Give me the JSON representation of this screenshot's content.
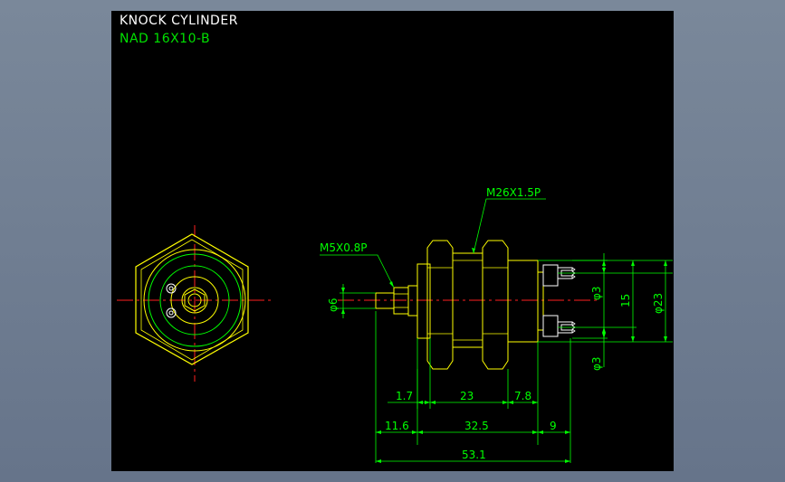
{
  "drawing": {
    "title": "KNOCK CYLINDER",
    "model": "NAD 16X10-B"
  },
  "labels": {
    "thread_main": "M26X1.5P",
    "thread_rod": "M5X0.8P",
    "dia_rod": "φ6",
    "dia_port_top": "φ3",
    "dia_port_bottom": "φ3",
    "port_pitch": "15",
    "dia_body": "φ23",
    "dim_1_7": "1.7",
    "dim_23": "23",
    "dim_7_8": "7.8",
    "dim_11_6": "11.6",
    "dim_32_5": "32.5",
    "dim_9": "9",
    "dim_53_1": "53.1"
  },
  "colors": {
    "background": "#000000",
    "outline": "#ffff00",
    "dimension": "#00ff00",
    "centerline": "#ff0000",
    "detail": "#ffffff"
  }
}
